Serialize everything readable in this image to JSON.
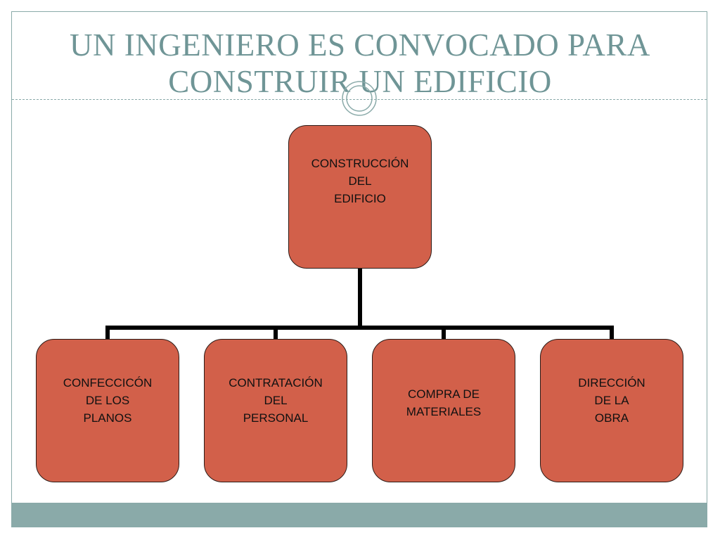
{
  "slide": {
    "title_lines": [
      "UN INGENIERO ES CONVOCADO PARA",
      "CONSTRUIR UN EDIFICIO"
    ]
  },
  "org_chart": {
    "root": {
      "label": "CONSTRUCCIÓN\nDEL\nEDIFICIO"
    },
    "children": [
      {
        "label": "CONFECCICÓN\nDE LOS\nPLANOS"
      },
      {
        "label": "CONTRATACIÓN\nDEL\nPERSONAL"
      },
      {
        "label": "COMPRA DE\nMATERIALES"
      },
      {
        "label": "DIRECCIÓN\nDE LA\nOBRA"
      }
    ]
  },
  "colors": {
    "accent": "#8aaaa9",
    "title_text": "#6f9596",
    "box_fill": "#d2604a",
    "connector": "#000000"
  }
}
